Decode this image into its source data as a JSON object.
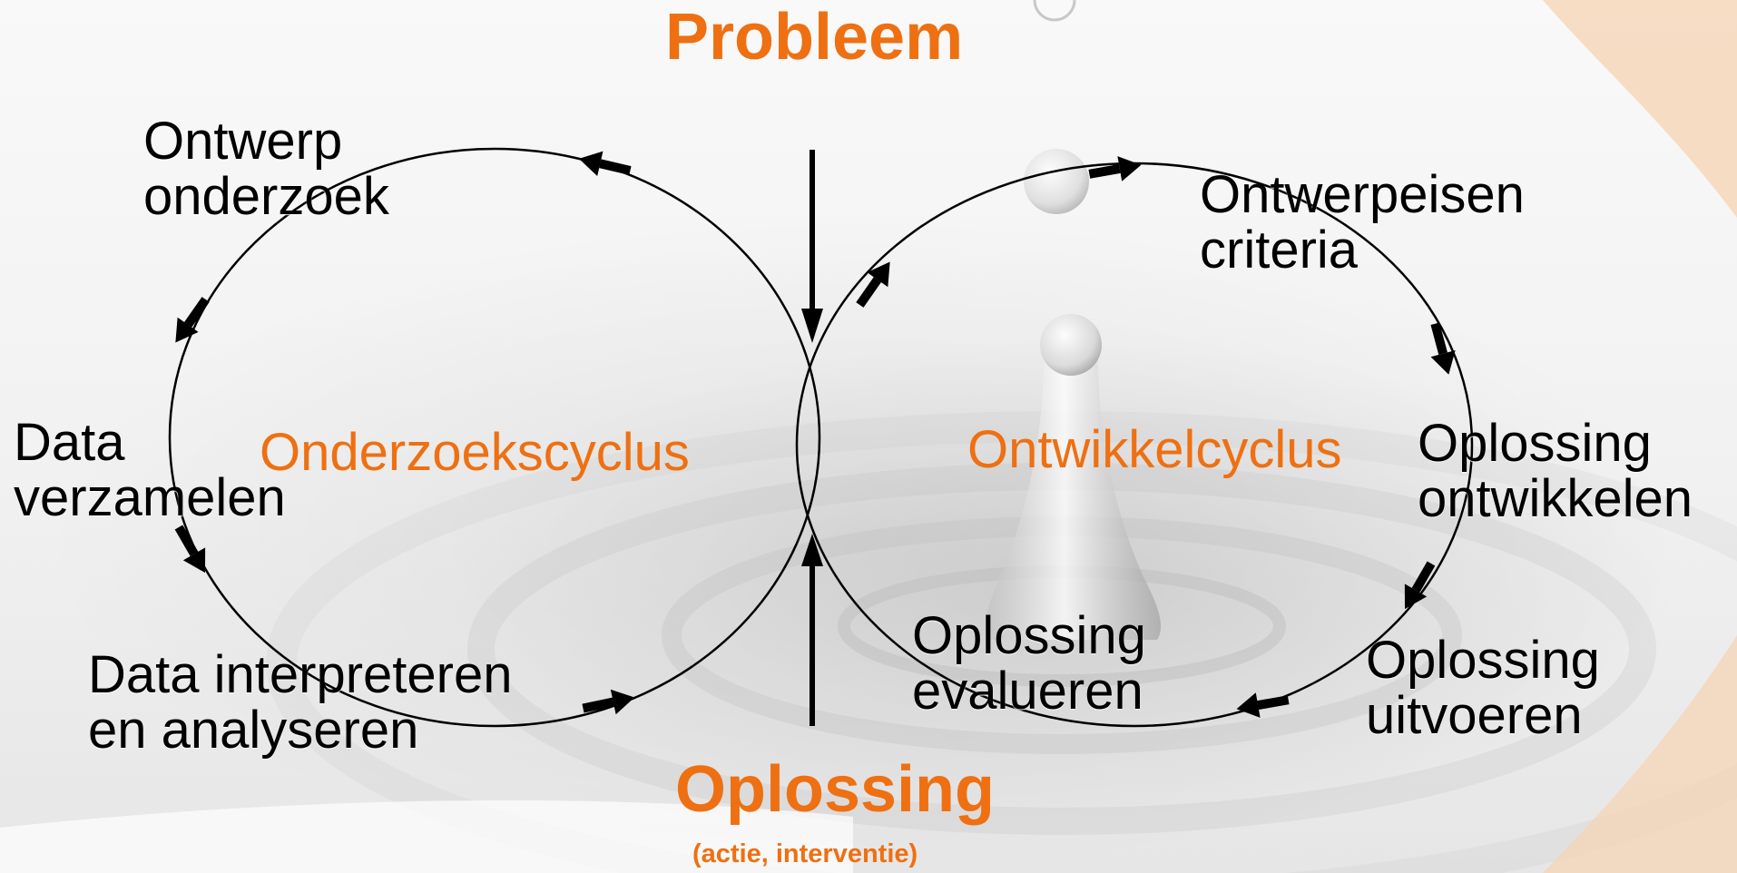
{
  "title_top": "Probleem",
  "title_bottom": "Oplossing",
  "title_bottom_sub": "(actie, interventie)",
  "left_cycle": {
    "name": "Onderzoekscyclus",
    "steps": [
      {
        "line1": "Ontwerp",
        "line2": "onderzoek"
      },
      {
        "line1": "Data",
        "line2": "verzamelen"
      },
      {
        "line1": "Data interpreteren",
        "line2": "en analyseren"
      }
    ]
  },
  "right_cycle": {
    "name": "Ontwikkelcyclus",
    "steps": [
      {
        "line1": "Ontwerpeisen",
        "line2": "criteria"
      },
      {
        "line1": "Oplossing",
        "line2": "ontwikkelen"
      },
      {
        "line1": "Oplossing",
        "line2": "uitvoeren"
      },
      {
        "line1": "Oplossing",
        "line2": "evalueren"
      }
    ]
  },
  "colors": {
    "accent": "#ee7012",
    "text": "#000000",
    "line": "#000000"
  },
  "icons": [
    "water-drop-background"
  ]
}
